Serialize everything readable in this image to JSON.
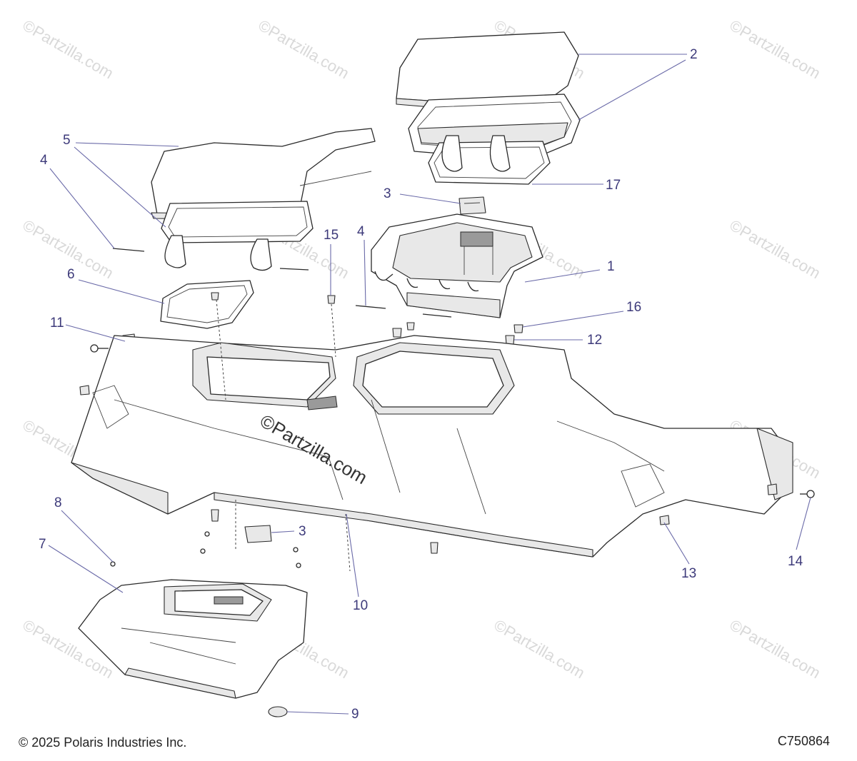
{
  "watermark": "©Partzilla.com",
  "center_watermark": "©Partzilla.com",
  "copyright": "© 2025 Polaris Industries Inc.",
  "diagram_code": "C750864",
  "callouts": {
    "c1": "1",
    "c2": "2",
    "c3a": "3",
    "c3b": "3",
    "c4a": "4",
    "c4b": "4",
    "c5": "5",
    "c6": "6",
    "c7": "7",
    "c8": "8",
    "c9": "9",
    "c10": "10",
    "c11": "11",
    "c12": "12",
    "c13": "13",
    "c14": "14",
    "c15": "15",
    "c16": "16",
    "c17": "17"
  }
}
